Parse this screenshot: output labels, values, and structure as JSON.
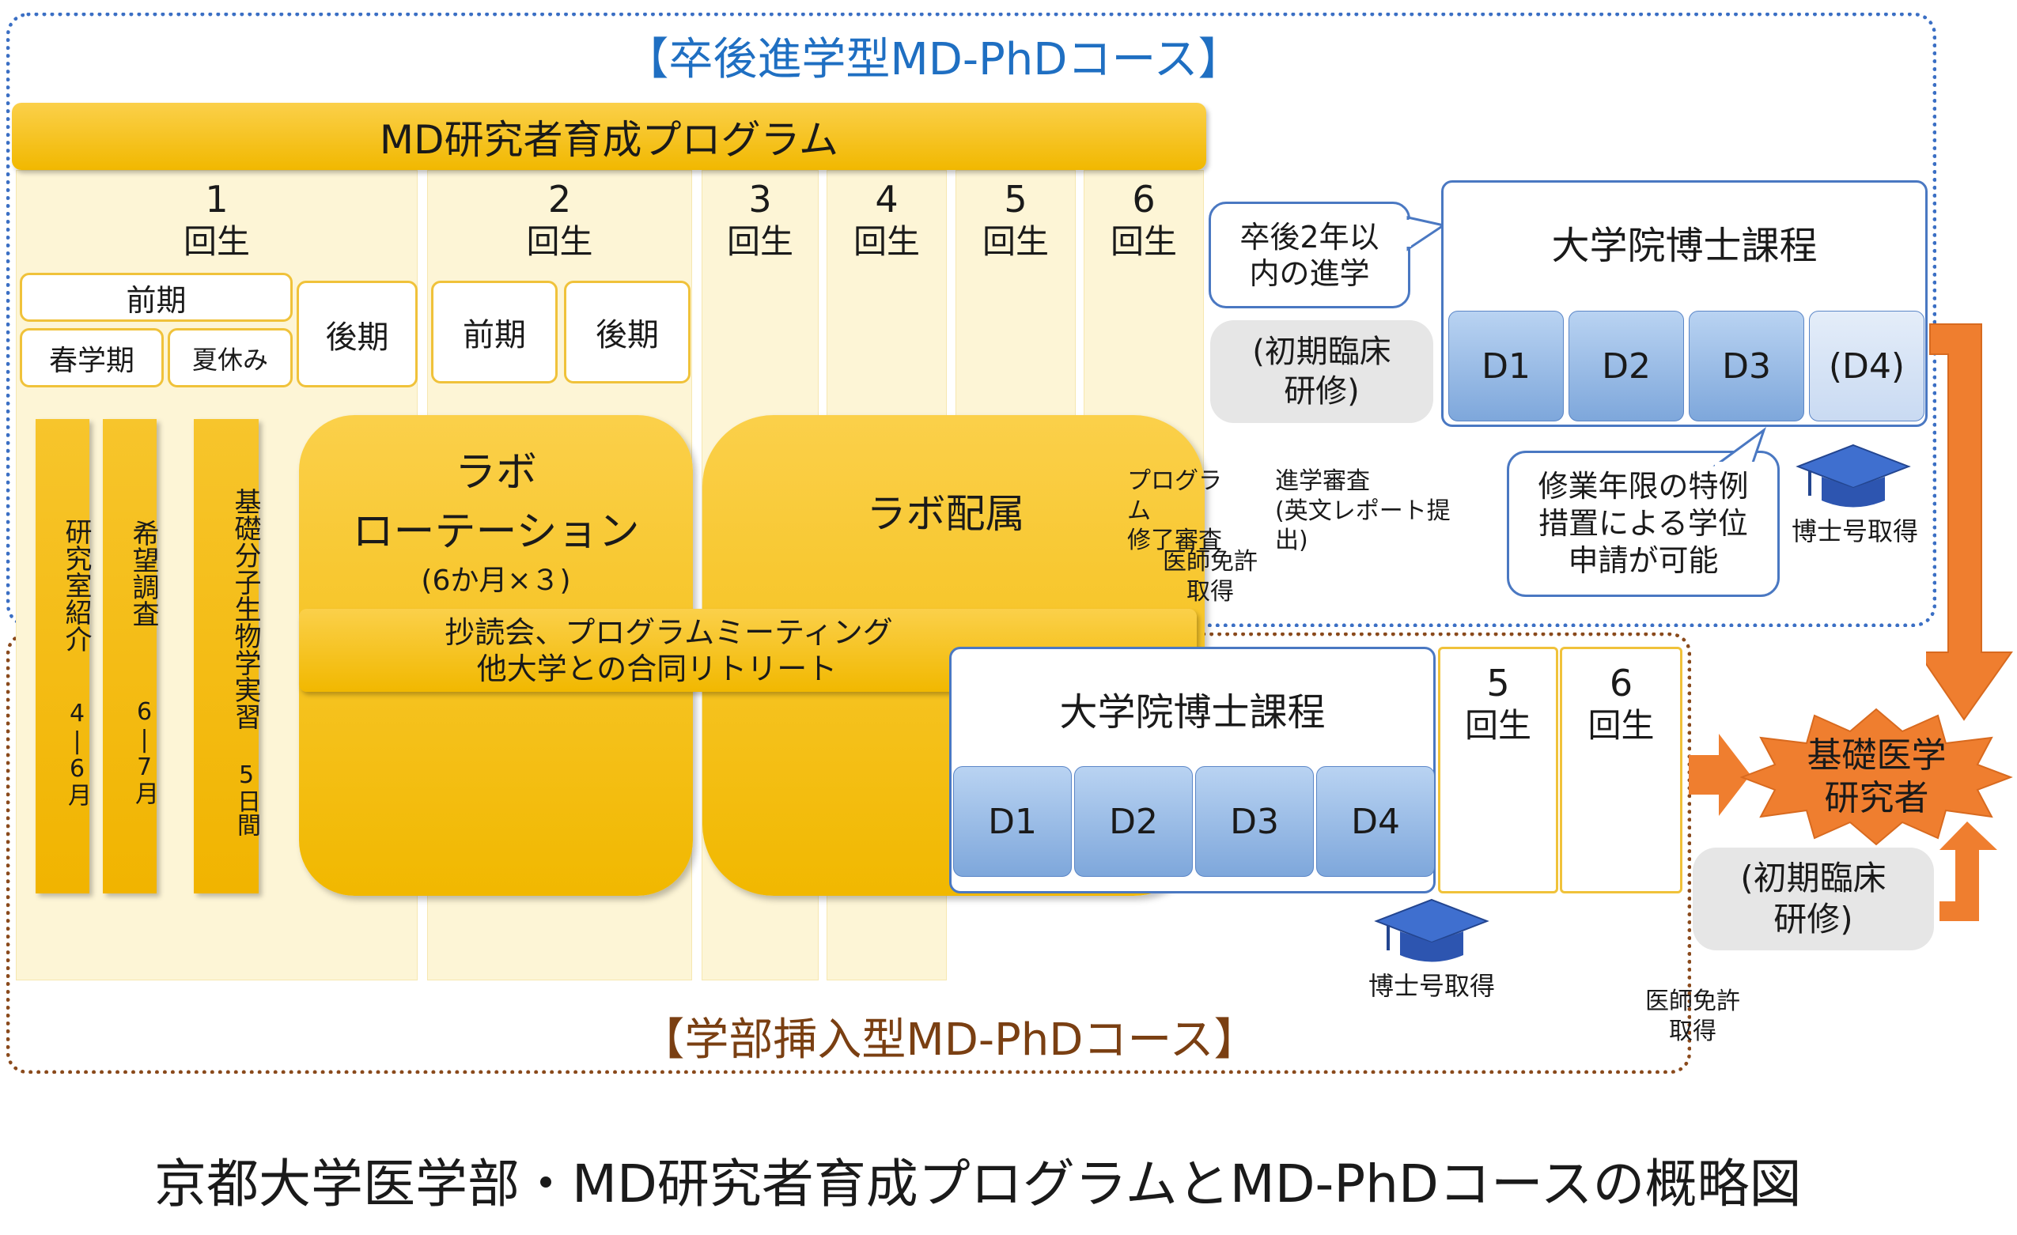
{
  "top_course_title": "【卒後進学型MD-PhDコース】",
  "bottom_course_title": "【学部挿入型MD-PhDコース】",
  "caption": "京都大学医学部・MD研究者育成プログラムとMD-PhDコースの概略図",
  "program_banner": "MD研究者育成プログラム",
  "years": [
    {
      "num": "1",
      "unit": "回生"
    },
    {
      "num": "2",
      "unit": "回生"
    },
    {
      "num": "3",
      "unit": "回生"
    },
    {
      "num": "4",
      "unit": "回生"
    },
    {
      "num": "5",
      "unit": "回生"
    },
    {
      "num": "6",
      "unit": "回生"
    }
  ],
  "terms": {
    "y1_zenki": "前期",
    "y1_haru": "春学期",
    "y1_natsu": "夏休み",
    "y1_kouki": "後期",
    "y2_zenki": "前期",
    "y2_kouki": "後期"
  },
  "vertical_bars": [
    {
      "main": "研究室紹介",
      "sub": "4|6月"
    },
    {
      "main": "希望調査",
      "sub": "6|7月"
    },
    {
      "main": "基礎分子生物学実習",
      "sub": "5日間"
    }
  ],
  "lab_rotation": {
    "line1": "ラボ",
    "line2": "ローテーション",
    "line3": "(6か月×３)"
  },
  "lab_assign": "ラボ配属",
  "meeting": {
    "line1": "抄読会、プログラムミーティング",
    "line2": "他大学との合同リトリート"
  },
  "review": {
    "program_l1": "プログラム",
    "program_l2": "修了審査",
    "advance_l1": "進学審査",
    "advance_l2": "(英文レポート提出)",
    "license_l1": "医師免許",
    "license_l2": "取得"
  },
  "top_right": {
    "callout_l1": "卒後2年以",
    "callout_l2": "内の進学",
    "clinical_l1": "(初期臨床",
    "clinical_l2": "研修)",
    "grad_title": "大学院博士課程",
    "cells": [
      "D1",
      "D2",
      "D3",
      "(D4)"
    ],
    "special_l1": "修業年限の特例",
    "special_l2": "措置による学位",
    "special_l3": "申請が可能",
    "phd_label": "博士号取得"
  },
  "bottom_right": {
    "grad_title": "大学院博士課程",
    "cells": [
      "D1",
      "D2",
      "D3",
      "D4"
    ],
    "phd_label": "博士号取得",
    "y5_num": "5",
    "y5_unit": "回生",
    "y6_num": "6",
    "y6_unit": "回生",
    "clinical_l1": "(初期臨床",
    "clinical_l2": "研修)",
    "license_l1": "医師免許",
    "license_l2": "取得"
  },
  "researcher_l1": "基礎医学",
  "researcher_l2": "研究者",
  "colors": {
    "blue_border": "#3b6fc4",
    "brown_border": "#8a4a1c",
    "gold": "#f3bd10",
    "orange": "#ef7e2f",
    "blue_title": "#1f6fc2",
    "brown_title": "#7a3f12"
  }
}
